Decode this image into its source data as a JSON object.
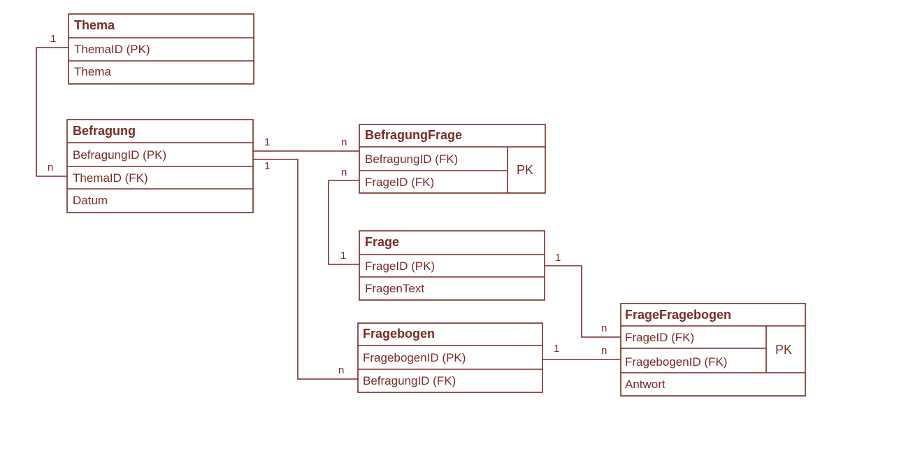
{
  "colors": {
    "ink": "#7a2a26",
    "background": "#ffffff"
  },
  "entities": {
    "thema": {
      "title": "Thema",
      "fields": [
        "ThemaID (PK)",
        "Thema"
      ]
    },
    "befragung": {
      "title": "Befragung",
      "fields": [
        "BefragungID (PK)",
        "ThemaID (FK)",
        "Datum"
      ]
    },
    "befragungfrage": {
      "title": "BefragungFrage",
      "fields": [
        "BefragungID (FK)",
        "FrageID (FK)"
      ],
      "pk_label": "PK"
    },
    "frage": {
      "title": "Frage",
      "fields": [
        "FrageID (PK)",
        "FragenText"
      ]
    },
    "fragebogen": {
      "title": "Fragebogen",
      "fields": [
        "FragebogenID (PK)",
        "BefragungID (FK)"
      ]
    },
    "fragefragebogen": {
      "title": "FrageFragebogen",
      "fields": [
        "FrageID (FK)",
        "FragebogenID (FK)",
        "Antwort"
      ],
      "pk_label": "PK"
    }
  },
  "relations": [
    {
      "id": "thema-befragung",
      "from_card": "1",
      "to_card": "n"
    },
    {
      "id": "befragung-befragungfrage",
      "from_card": "1",
      "to_card": "n"
    },
    {
      "id": "befragung-fragebogen",
      "from_card": "1",
      "to_card": "n"
    },
    {
      "id": "frage-befragungfrage",
      "from_card": "1",
      "to_card": "n"
    },
    {
      "id": "frage-fragefragebogen",
      "from_card": "1",
      "to_card": "n"
    },
    {
      "id": "fragebogen-fragefragebogen",
      "from_card": "1",
      "to_card": "n"
    }
  ]
}
